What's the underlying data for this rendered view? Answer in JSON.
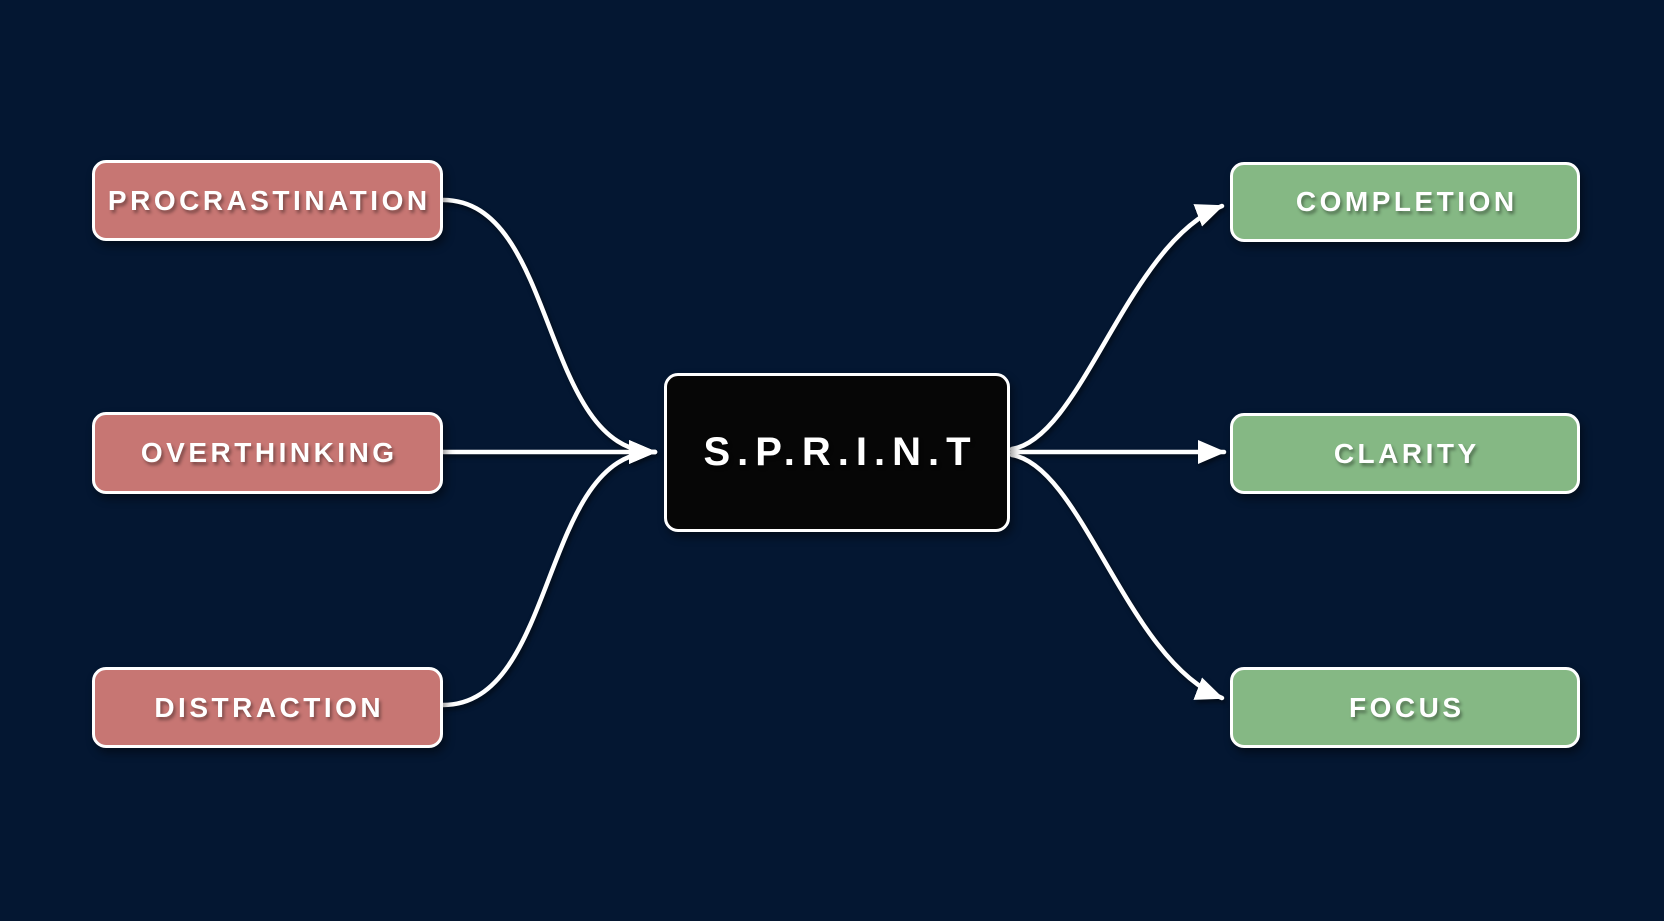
{
  "colors": {
    "background": "#041732",
    "input-bg": "#c77673",
    "output-bg": "#85b884",
    "center-bg": "#060606",
    "node-border": "#ffffff",
    "arrow": "#ffffff",
    "text": "#ffffff"
  },
  "diagram": {
    "center": {
      "label": "S.P.R.I.N.T"
    },
    "inputs": [
      {
        "label": "PROCRASTINATION"
      },
      {
        "label": "OVERTHINKING"
      },
      {
        "label": "DISTRACTION"
      }
    ],
    "outputs": [
      {
        "label": "COMPLETION"
      },
      {
        "label": "CLARITY"
      },
      {
        "label": "FOCUS"
      }
    ]
  }
}
